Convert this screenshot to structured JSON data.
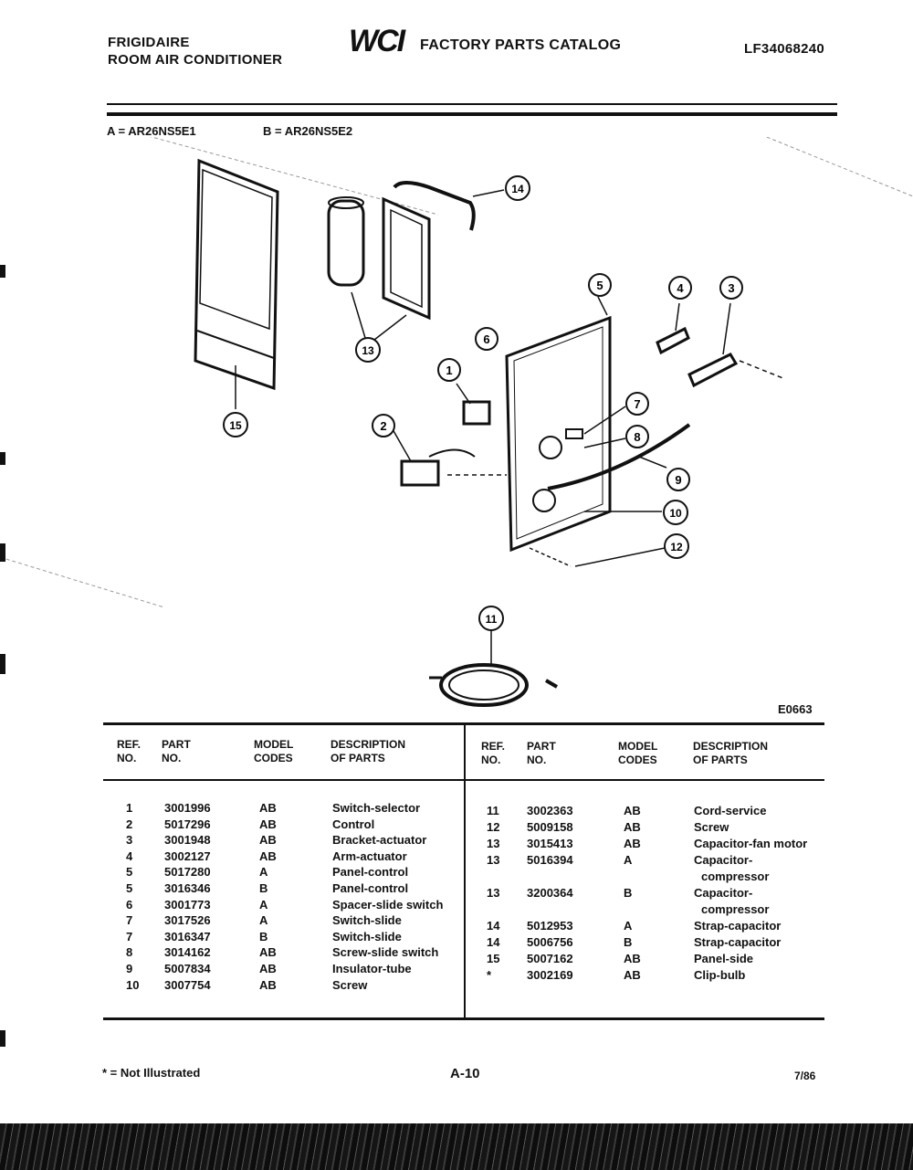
{
  "header": {
    "brand": "FRIGIDAIRE",
    "product": "ROOM AIR CONDITIONER",
    "logo": "WCI",
    "catalog_title": "FACTORY PARTS CATALOG",
    "catalog_number": "LF34068240"
  },
  "models": {
    "a": "A = AR26NS5E1",
    "b": "B = AR26NS5E2"
  },
  "diagram": {
    "code": "E0663",
    "callouts": [
      "1",
      "2",
      "3",
      "4",
      "5",
      "6",
      "7",
      "8",
      "9",
      "10",
      "11",
      "12",
      "13",
      "14",
      "15"
    ]
  },
  "table": {
    "headers": {
      "ref": "REF.\nNO.",
      "part": "PART\nNO.",
      "model": "MODEL\nCODES",
      "desc": "DESCRIPTION\nOF PARTS"
    },
    "left": [
      {
        "ref": "1",
        "part": "3001996",
        "model": "AB",
        "desc": "Switch-selector"
      },
      {
        "ref": "2",
        "part": "5017296",
        "model": "AB",
        "desc": "Control"
      },
      {
        "ref": "3",
        "part": "3001948",
        "model": "AB",
        "desc": "Bracket-actuator"
      },
      {
        "ref": "4",
        "part": "3002127",
        "model": "AB",
        "desc": "Arm-actuator"
      },
      {
        "ref": "5",
        "part": "5017280",
        "model": "A",
        "desc": "Panel-control"
      },
      {
        "ref": "5",
        "part": "3016346",
        "model": "B",
        "desc": "Panel-control"
      },
      {
        "ref": "6",
        "part": "3001773",
        "model": "A",
        "desc": "Spacer-slide switch"
      },
      {
        "ref": "7",
        "part": "3017526",
        "model": "A",
        "desc": "Switch-slide"
      },
      {
        "ref": "7",
        "part": "3016347",
        "model": "B",
        "desc": "Switch-slide"
      },
      {
        "ref": "8",
        "part": "3014162",
        "model": "AB",
        "desc": "Screw-slide switch"
      },
      {
        "ref": "9",
        "part": "5007834",
        "model": "AB",
        "desc": "Insulator-tube"
      },
      {
        "ref": "10",
        "part": "3007754",
        "model": "AB",
        "desc": "Screw"
      }
    ],
    "right": [
      {
        "ref": "11",
        "part": "3002363",
        "model": "AB",
        "desc": "Cord-service",
        "desc2": ""
      },
      {
        "ref": "12",
        "part": "5009158",
        "model": "AB",
        "desc": "Screw",
        "desc2": ""
      },
      {
        "ref": "13",
        "part": "3015413",
        "model": "AB",
        "desc": "Capacitor-fan motor",
        "desc2": ""
      },
      {
        "ref": "13",
        "part": "5016394",
        "model": "A",
        "desc": "Capacitor-",
        "desc2": "compressor"
      },
      {
        "ref": "13",
        "part": "3200364",
        "model": "B",
        "desc": "Capacitor-",
        "desc2": "compressor"
      },
      {
        "ref": "14",
        "part": "5012953",
        "model": "A",
        "desc": "Strap-capacitor",
        "desc2": ""
      },
      {
        "ref": "14",
        "part": "5006756",
        "model": "B",
        "desc": "Strap-capacitor",
        "desc2": ""
      },
      {
        "ref": "15",
        "part": "5007162",
        "model": "AB",
        "desc": "Panel-side",
        "desc2": ""
      },
      {
        "ref": "*",
        "part": "3002169",
        "model": "AB",
        "desc": "Clip-bulb",
        "desc2": ""
      }
    ]
  },
  "footer": {
    "note": "* = Not Illustrated",
    "page": "A-10",
    "date": "7/86"
  }
}
